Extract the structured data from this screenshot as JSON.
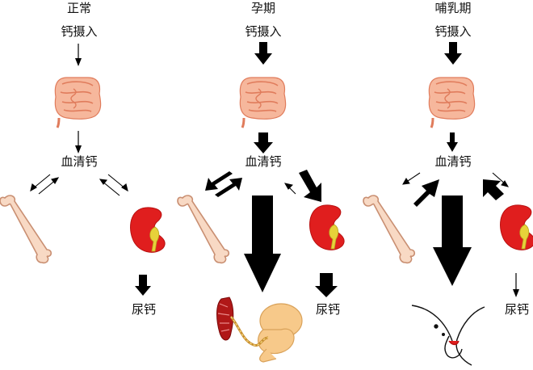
{
  "columns": [
    {
      "title": "正常",
      "intake": "钙摄入",
      "serum": "血清钙",
      "urine": "尿钙"
    },
    {
      "title": "孕期",
      "intake": "钙摄入",
      "serum": "血清钙",
      "urine": "尿钙"
    },
    {
      "title": "哺乳期",
      "intake": "钙摄入",
      "serum": "血清钙",
      "urine": "尿钙"
    }
  ],
  "colors": {
    "intestine": "#f4a98a",
    "intestine_outline": "#e07c5c",
    "bone": "#f8d9c4",
    "bone_outline": "#c98f72",
    "kidney": "#e01e1e",
    "kidney_pelvis": "#e7d23a",
    "arrow": "#000000",
    "fetus": "#f7c98a",
    "placenta": "#b01818"
  },
  "icons": [
    "intestine-icon",
    "bone-icon",
    "kidney-icon",
    "fetus-icon",
    "breastfeeding-icon"
  ]
}
